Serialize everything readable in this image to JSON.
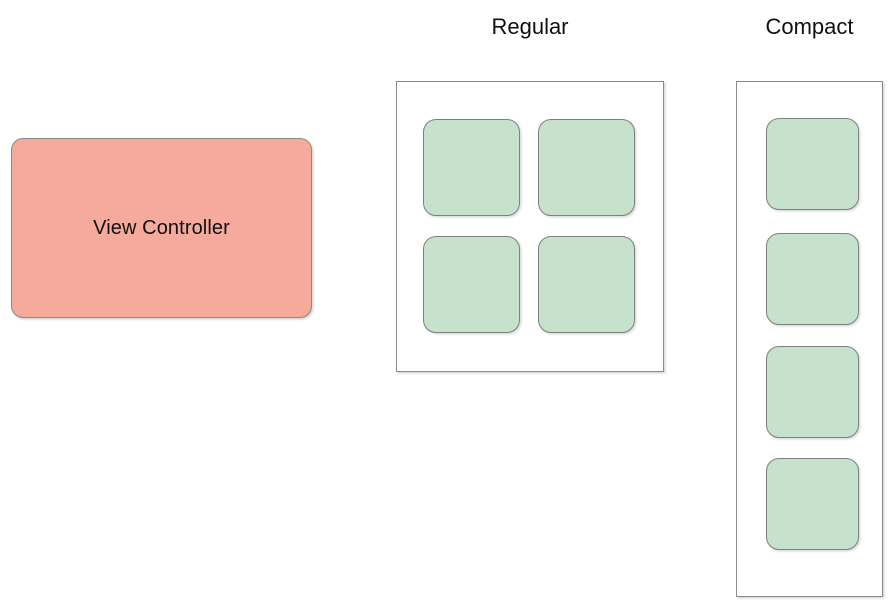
{
  "diagram": {
    "title_nodes": {
      "view_controller": {
        "label": "View Controller",
        "fill_color": "#f5aa9b",
        "border_color": "#8a8a8a"
      }
    },
    "columns": [
      {
        "caption": "Regular",
        "layout": "grid-2x2",
        "cell_count": 4,
        "cells": [
          {
            "index": 1,
            "row": 0,
            "col": 0
          },
          {
            "index": 2,
            "row": 0,
            "col": 1
          },
          {
            "index": 3,
            "row": 1,
            "col": 0
          },
          {
            "index": 4,
            "row": 1,
            "col": 1
          }
        ]
      },
      {
        "caption": "Compact",
        "layout": "stack-vertical",
        "cell_count": 4,
        "cells": [
          {
            "index": 1,
            "row": 0,
            "col": 0
          },
          {
            "index": 2,
            "row": 1,
            "col": 0
          },
          {
            "index": 3,
            "row": 2,
            "col": 0
          },
          {
            "index": 4,
            "row": 3,
            "col": 0
          }
        ]
      }
    ],
    "palette": {
      "cell_fill": "#c6e1cc",
      "cell_border": "#808080",
      "frame_border": "#8a8a8a",
      "canvas_background": "#ffffff",
      "text_color": "#101010"
    }
  }
}
